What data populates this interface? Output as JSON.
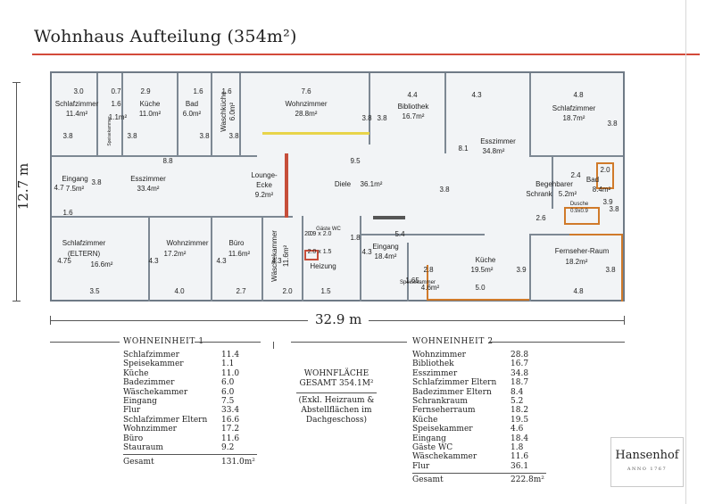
{
  "title": "Wohnhaus Aufteilung (354m²)",
  "dim_height": "12.7 m",
  "dim_width": "32.9 m",
  "plan": {
    "rooms": [
      {
        "id": "r1",
        "name": "Schlafzimmer",
        "area": "11.4m²"
      },
      {
        "id": "r2",
        "name": "Küche",
        "area": "11.0m²"
      },
      {
        "id": "r3",
        "name": "Bad",
        "area": "6.0m²"
      },
      {
        "id": "r4",
        "name": "Waschküche",
        "area": "6.0m²"
      },
      {
        "id": "r5",
        "name": "Wohnzimmer",
        "area": "28.8m²"
      },
      {
        "id": "r6",
        "name": "Bibliothek",
        "area": "16.7m²"
      },
      {
        "id": "r7",
        "name": "Schlafzimmer",
        "area": "18.7m²"
      },
      {
        "id": "r8",
        "name": "Esszimmer",
        "area": "34.8m²"
      },
      {
        "id": "r9",
        "name": "Eingang",
        "area": "7.5m²"
      },
      {
        "id": "r10",
        "name": "Esszimmer",
        "area": "33.4m²"
      },
      {
        "id": "r11",
        "name": "Lounge-",
        "area": "9.2m²",
        "name2": "Ecke"
      },
      {
        "id": "r12",
        "name": "Diele",
        "area": "36.1m²"
      },
      {
        "id": "r13",
        "name": "Begehbarer",
        "area": "5.2m²",
        "name2": "Schrank"
      },
      {
        "id": "r14",
        "name": "Bad",
        "area": "8.4m²"
      },
      {
        "id": "r15",
        "name": "Schlafzimmer",
        "area": "16.6m²",
        "name2": "(ELTERN)"
      },
      {
        "id": "r16",
        "name": "Wohnzimmer",
        "area": "17.2m²"
      },
      {
        "id": "r17",
        "name": "Büro",
        "area": "11.6m²"
      },
      {
        "id": "r18",
        "name": "Wäschekammer",
        "area": "11.6m²"
      },
      {
        "id": "r19",
        "name": "Heizung",
        "area": ""
      },
      {
        "id": "r20",
        "name": "Eingang",
        "area": "18.4m²"
      },
      {
        "id": "r21",
        "name": "Küche",
        "area": "19.5m²"
      },
      {
        "id": "r22",
        "name": "Fernseher-Raum",
        "area": "18.2m²"
      },
      {
        "id": "r23",
        "name": "Speisekammer",
        "area": "4.6m²"
      },
      {
        "id": "r24",
        "name": "Gäste WC",
        "area": ""
      },
      {
        "id": "r25",
        "name": "Dusche",
        "area": "0.9x0.9"
      },
      {
        "id": "r26",
        "name": "Speisekammer",
        "area": "1.1m²"
      }
    ],
    "dims": [
      "3.0",
      "0.7",
      "2.9",
      "1.6",
      "1.6",
      "7.6",
      "4.4",
      "4.3",
      "4.8",
      "3.8",
      "3.8",
      "3.8",
      "3.8",
      "3.8",
      "3.8",
      "3.8",
      "3.9",
      "8.8",
      "8.1",
      "9.5",
      "4.7",
      "3.8",
      "3.8",
      "2.4",
      "2.0",
      "1.6",
      "2.6",
      "3.8",
      "4.75",
      "4.3",
      "4.3",
      "4.3",
      "5.4",
      "2.0",
      "0.9 x 2.0",
      "1.8",
      "4.3",
      "1.65",
      "2.8",
      "3.9",
      "3.8",
      "3.5",
      "4.0",
      "2.7",
      "2.0",
      "1.5",
      "5.0",
      "4.8",
      "2.0 x 1.5",
      "1.6"
    ]
  },
  "we1": {
    "heading": "WOHNEINHEIT 1",
    "rows": [
      {
        "k": "Schlafzimmer",
        "v": "11.4"
      },
      {
        "k": "Speisekammer",
        "v": "1.1"
      },
      {
        "k": "Küche",
        "v": "11.0"
      },
      {
        "k": "Badezimmer",
        "v": "6.0"
      },
      {
        "k": "Wäschekammer",
        "v": "6.0"
      },
      {
        "k": "Eingang",
        "v": "7.5"
      },
      {
        "k": "Flur",
        "v": "33.4"
      },
      {
        "k": "Schlafzimmer Eltern",
        "v": "16.6"
      },
      {
        "k": "Wohnzimmer",
        "v": "17.2"
      },
      {
        "k": "Büro",
        "v": "11.6"
      },
      {
        "k": "Stauraum",
        "v": "9.2"
      }
    ],
    "total_label": "Gesamt",
    "total_value": "131.0m²"
  },
  "we2": {
    "heading": "WOHNEINHEIT 2",
    "rows": [
      {
        "k": "Wohnzimmer",
        "v": "28.8"
      },
      {
        "k": "Bibliothek",
        "v": "16.7"
      },
      {
        "k": "Esszimmer",
        "v": "34.8"
      },
      {
        "k": "Schlafzimmer Eltern",
        "v": "18.7"
      },
      {
        "k": "Badezimmer Eltern",
        "v": "8.4"
      },
      {
        "k": "Schrankraum",
        "v": "5.2"
      },
      {
        "k": "Fernseherraum",
        "v": "18.2"
      },
      {
        "k": "Küche",
        "v": "19.5"
      },
      {
        "k": "Speisekammer",
        "v": "4.6"
      },
      {
        "k": "Eingang",
        "v": "18.4"
      },
      {
        "k": "Gäste WC",
        "v": "1.8"
      },
      {
        "k": "Wäschekammer",
        "v": "11.6"
      },
      {
        "k": "Flur",
        "v": "36.1"
      }
    ],
    "total_label": "Gesamt",
    "total_value": "222.8m²"
  },
  "wohnflaeche": {
    "line1": "WOHNFLÄCHE",
    "line2": "GESAMT 354.1M²",
    "note1": "(Exkl. Heizraum &",
    "note2": "Abstellflächen im",
    "note3": "Dachgeschoss)"
  },
  "logo": {
    "name": "Hansenhof",
    "sub": "ANNO 1767"
  },
  "colors": {
    "accent": "#d34a3a",
    "wall": "#7d8893",
    "orange": "#d07a2a"
  }
}
